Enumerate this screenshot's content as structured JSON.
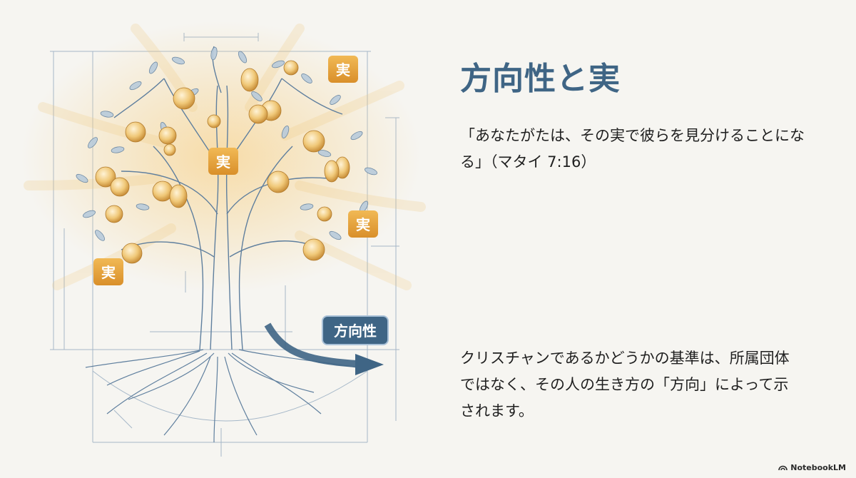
{
  "slide": {
    "title": "方向性と実",
    "quote": "「あなたがたは、その実で彼らを見分けることになる」（マタイ 7:16）",
    "body": "クリスチャンであるかどうかの基準は、所属団体ではなく、その人の生き方の「方向」によって示されます。"
  },
  "illustration": {
    "fruit_label": "実",
    "direction_label": "方向性",
    "icons": [
      "tree-illustration",
      "arrow-right-icon",
      "fruit-label-badge",
      "direction-label-badge"
    ]
  },
  "watermark": {
    "text": "NotebookLM",
    "icon": "notebooklm-logo-icon"
  },
  "colors": {
    "title": "#3f6585",
    "fruit_badge": "#e2a23a",
    "direction_badge": "#3f6585",
    "tree_lines": "#5f7f9e",
    "background": "#f6f5f1"
  }
}
